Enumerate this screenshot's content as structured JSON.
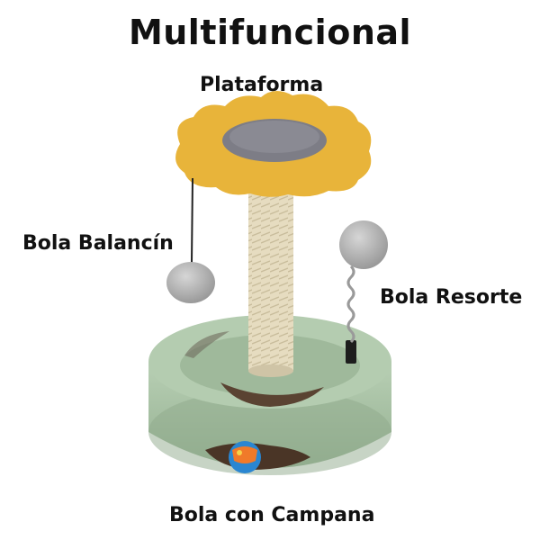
{
  "title": "Multifuncional",
  "labels": {
    "plataforma": "Plataforma",
    "bola_balancin": "Bola Balancín",
    "bola_resorte": "Bola Resorte",
    "bola_campana": "Bola con Campana"
  },
  "colors": {
    "platform": "#e8b43a",
    "platform_center": "#7d7d86",
    "post": "#e6dcc0",
    "base": "#a9c3a6",
    "ball": "#bdbdbd"
  }
}
